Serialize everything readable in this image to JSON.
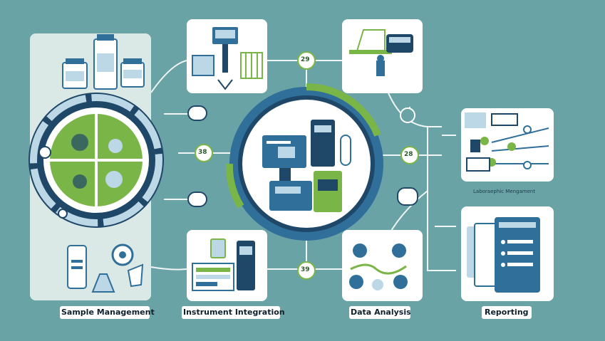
{
  "labels": {
    "sample_management": "Sample Management",
    "instrument_integration": "Instrument Integration",
    "data_analysis": "Data Analysis",
    "reporting": "Reporting",
    "lab_management": "Laboraephic Mengament"
  },
  "badges": {
    "top_link": "29",
    "left_link": "38",
    "right_link": "28",
    "bottom_link": "39"
  },
  "colors": {
    "background": "#6aa3a5",
    "panel": "#ffffff",
    "primary": "#2f6f9a",
    "navy": "#1f4768",
    "accent_green": "#7ab547",
    "light_blue": "#bcd7e6",
    "pale_panel": "#dbe9e6"
  }
}
